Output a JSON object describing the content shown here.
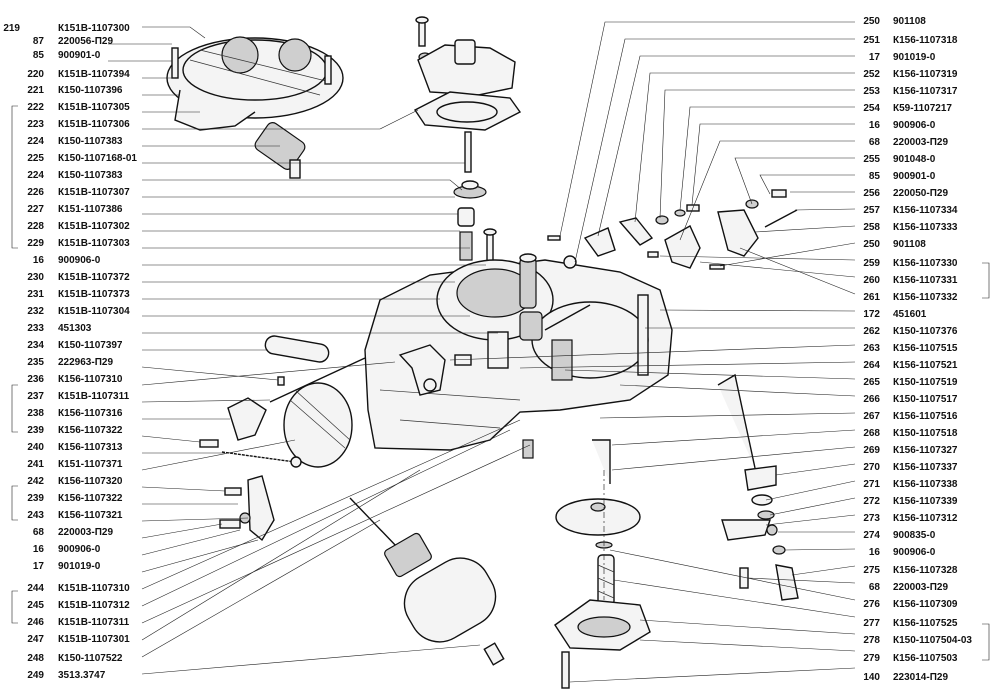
{
  "left_labels": [
    {
      "num": "219",
      "code": "К151В-1107300"
    },
    {
      "num": "87",
      "code": "220056-П29"
    },
    {
      "num": "85",
      "code": "900901-0"
    },
    {
      "num": "220",
      "code": "К151В-1107394"
    },
    {
      "num": "221",
      "code": "К150-1107396"
    },
    {
      "num": "222",
      "code": "К151В-1107305"
    },
    {
      "num": "223",
      "code": "К151В-1107306"
    },
    {
      "num": "224",
      "code": "К150-1107383"
    },
    {
      "num": "225",
      "code": "К150-1107168-01"
    },
    {
      "num": "224",
      "code": "К150-1107383"
    },
    {
      "num": "226",
      "code": "К151В-1107307"
    },
    {
      "num": "227",
      "code": "К151-1107386"
    },
    {
      "num": "228",
      "code": "К151В-1107302"
    },
    {
      "num": "229",
      "code": "К151В-1107303"
    },
    {
      "num": "16",
      "code": "900906-0"
    },
    {
      "num": "230",
      "code": "К151В-1107372"
    },
    {
      "num": "231",
      "code": "К151В-1107373"
    },
    {
      "num": "232",
      "code": "К151В-1107304"
    },
    {
      "num": "233",
      "code": "451303"
    },
    {
      "num": "234",
      "code": "К150-1107397"
    },
    {
      "num": "235",
      "code": "222963-П29"
    },
    {
      "num": "236",
      "code": "К156-1107310"
    },
    {
      "num": "237",
      "code": "К151В-1107311"
    },
    {
      "num": "238",
      "code": "К156-1107316"
    },
    {
      "num": "239",
      "code": "К156-1107322"
    },
    {
      "num": "240",
      "code": "К156-1107313"
    },
    {
      "num": "241",
      "code": "К151-1107371"
    },
    {
      "num": "242",
      "code": "К156-1107320"
    },
    {
      "num": "239",
      "code": "К156-1107322"
    },
    {
      "num": "243",
      "code": "К156-1107321"
    },
    {
      "num": "68",
      "code": "220003-П29"
    },
    {
      "num": "16",
      "code": "900906-0"
    },
    {
      "num": "17",
      "code": "901019-0"
    },
    {
      "num": "244",
      "code": "К151В-1107310"
    },
    {
      "num": "245",
      "code": "К151В-1107312"
    },
    {
      "num": "246",
      "code": "К151В-1107311"
    },
    {
      "num": "247",
      "code": "К151В-1107301"
    },
    {
      "num": "248",
      "code": "К150-1107522"
    },
    {
      "num": "249",
      "code": "3513.3747"
    }
  ],
  "right_labels": [
    {
      "num": "250",
      "code": "901108"
    },
    {
      "num": "251",
      "code": "К156-1107318"
    },
    {
      "num": "17",
      "code": "901019-0"
    },
    {
      "num": "252",
      "code": "К156-1107319"
    },
    {
      "num": "253",
      "code": "К156-1107317"
    },
    {
      "num": "254",
      "code": "К59-1107217"
    },
    {
      "num": "16",
      "code": "900906-0"
    },
    {
      "num": "68",
      "code": "220003-П29"
    },
    {
      "num": "255",
      "code": "901048-0"
    },
    {
      "num": "85",
      "code": "900901-0"
    },
    {
      "num": "256",
      "code": "220050-П29"
    },
    {
      "num": "257",
      "code": "К156-1107334"
    },
    {
      "num": "258",
      "code": "К156-1107333"
    },
    {
      "num": "250",
      "code": "901108"
    },
    {
      "num": "259",
      "code": "К156-1107330"
    },
    {
      "num": "260",
      "code": "К156-1107331"
    },
    {
      "num": "261",
      "code": "К156-1107332"
    },
    {
      "num": "172",
      "code": "451601"
    },
    {
      "num": "262",
      "code": "К150-1107376"
    },
    {
      "num": "263",
      "code": "К156-1107515"
    },
    {
      "num": "264",
      "code": "К156-1107521"
    },
    {
      "num": "265",
      "code": "К150-1107519"
    },
    {
      "num": "266",
      "code": "К150-1107517"
    },
    {
      "num": "267",
      "code": "К156-1107516"
    },
    {
      "num": "268",
      "code": "К150-1107518"
    },
    {
      "num": "269",
      "code": "К156-1107327"
    },
    {
      "num": "270",
      "code": "К156-1107337"
    },
    {
      "num": "271",
      "code": "К156-1107338"
    },
    {
      "num": "272",
      "code": "К156-1107339"
    },
    {
      "num": "273",
      "code": "К156-1107312"
    },
    {
      "num": "274",
      "code": "900835-0"
    },
    {
      "num": "16",
      "code": "900906-0"
    },
    {
      "num": "275",
      "code": "К156-1107328"
    },
    {
      "num": "68",
      "code": "220003-П29"
    },
    {
      "num": "276",
      "code": "К156-1107309"
    },
    {
      "num": "277",
      "code": "К156-1107525"
    },
    {
      "num": "278",
      "code": "К150-1107504-03"
    },
    {
      "num": "279",
      "code": "К156-1107503"
    },
    {
      "num": "140",
      "code": "223014-П29"
    }
  ]
}
